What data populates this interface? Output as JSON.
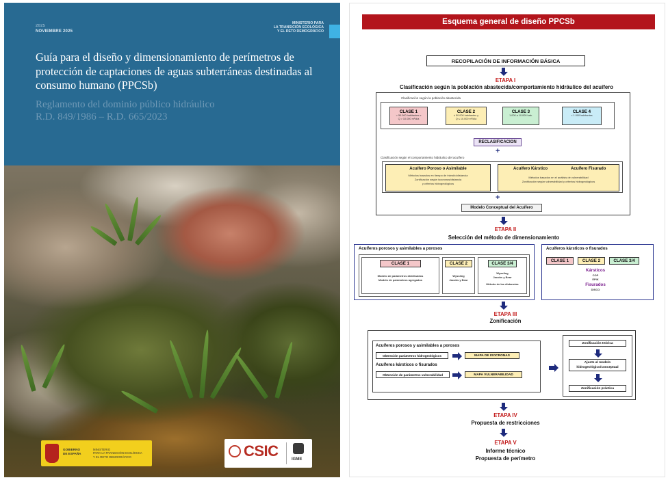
{
  "cover": {
    "date_year": "2025",
    "date": "NOVIEMBRE 2025",
    "ministry": [
      "MINISTERIO PARA",
      "LA TRANSICIÓN ECOLÓGICA",
      "Y EL RETO DEMOGRÁFICO"
    ],
    "title": "Guía para el diseño y dimensionamiento de perímetros de protección de captaciones de aguas subterráneas destinadas al consumo humano (PPCSb)",
    "subtitle_1": "Reglamento del dominio público hidráulico",
    "subtitle_2": "R.D. 849/1986 – R.D. 665/2023",
    "gob_text": [
      "GOBIERNO",
      "DE ESPAÑA"
    ],
    "gob_ministry": [
      "MINISTERIO",
      "PARA LA TRANSICIÓN ECOLÓGICA",
      "Y EL RETO DEMOGRÁFICO"
    ],
    "csic": "CSIC",
    "igme": "IGME"
  },
  "scheme": {
    "title": "Esquema general de diseño PPCSb",
    "recop": "RECOPILACIÓN DE INFORMACIÓN BÁSICA",
    "etapa1": "ETAPA I",
    "etapa1_desc": "Clasificación según la población abastecida/comportamiento hidráulico del acuífero",
    "pob_label": "Clasificación según la población abastecida",
    "clases": [
      {
        "name": "CLASE 1",
        "desc1": "> 50.000 habitantes o",
        "desc2": "Q > 10.000 m³/día",
        "color": "#f4c7c9"
      },
      {
        "name": "CLASE 2",
        "desc1": "≤ 50.000 habitantes y",
        "desc2": "Q ≤ 10.000 m³/día",
        "color": "#fdeeb5"
      },
      {
        "name": "CLASE 3",
        "desc1": "1.000 a 10.000 hab.",
        "desc2": "",
        "color": "#c9efd2"
      },
      {
        "name": "CLASE 4",
        "desc1": "< 1.000 habitantes",
        "desc2": "",
        "color": "#c9ecf7"
      }
    ],
    "reclas": "RECLASIFICACION",
    "comp_label": "Clasificación según el comportamiento hidráulico del acuífero",
    "poroso_title": "Acuífero Poroso o Asimilable",
    "poroso_desc": [
      "Métodos basados en tiempo de tránsito/distancia",
      "Zonificación según isocronas/distancia",
      "y criterios hidrogeológicos"
    ],
    "karst_title": "Acuífero Kárstico",
    "fis_title": "Acuífero Fisurado",
    "karst_desc": [
      "Métodos basados en el análisis de vulnerabilidad",
      "Zonificación según vulnerabilidad y criterios hidrogeológicos"
    ],
    "modelo": "Modelo Conceptual del Acuífero",
    "etapa2": "ETAPA II",
    "etapa2_desc": "Selección del método de dimensionamiento",
    "porosos_head": "Acuíferos porosos y asimilables a porosos",
    "karst_head": "Acuíferos kársticos o fisurados",
    "p_c1": "CLASE 1",
    "p_c1_d": [
      "Modelo de parámetros distribuidos",
      "Modelo de parámetros agregados"
    ],
    "p_c2": "CLASE 2",
    "p_c2_d": [
      "Wyssling",
      "Jacobs y Bear"
    ],
    "p_c34": "CLASE 3/4",
    "p_c34_d": [
      "Wyssling",
      "Jacobs y Bear",
      "Método de las distancias"
    ],
    "k_c1": "CLASE 1",
    "k_c2": "CLASE 2",
    "k_c34": "CLASE 3/4",
    "k_karst": "Kársticos",
    "k_karst_m": [
      "COP",
      "EPIK"
    ],
    "k_fis": "Fisurados",
    "k_fis_m": "DISCO",
    "etapa3": "ETAPA III",
    "etapa3_desc": "Zonificación",
    "z_porosos": "Acuíferos porosos y asimilables a porosos",
    "z_obt1": "Obtención parámetros hidrogeológicos",
    "z_map1": "MAPA DE ISOCRONAS",
    "z_karst": "Acuíferos kársticos o fisurados",
    "z_obt2": "Obtención de parámetros vulnerabilidad",
    "z_map2": "MAPA VULNERABILIDAD",
    "z_teor": "Zonificación teórica",
    "z_ajuste": [
      "Ajuste al modelo",
      "hidrogeológico/conceptual"
    ],
    "z_prac": "Zonificación práctica",
    "etapa4": "ETAPA IV",
    "etapa4_desc": "Propuesta de restricciones",
    "etapa5": "ETAPA V",
    "etapa5_desc1": "Informe técnico",
    "etapa5_desc2": "Propuesta de perímetro"
  }
}
